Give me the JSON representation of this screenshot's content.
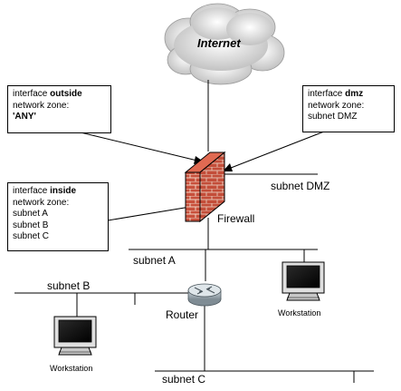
{
  "internet": {
    "label": "Internet"
  },
  "firewall": {
    "label": "Firewall"
  },
  "router": {
    "label": "Router"
  },
  "subnets": {
    "dmz": "subnet DMZ",
    "a": "subnet A",
    "b": "subnet B",
    "c": "subnet C"
  },
  "workstations": {
    "left": "Workstation",
    "right": "Workstation"
  },
  "interfaces": {
    "outside": {
      "prefix": "interface ",
      "name": "outside",
      "zone_label": "network zone:",
      "zones": [
        "'ANY'"
      ]
    },
    "dmz": {
      "prefix": "interface ",
      "name": "dmz",
      "zone_label": "network zone:",
      "zones": [
        "subnet DMZ"
      ]
    },
    "inside": {
      "prefix": "interface ",
      "name": "inside",
      "zone_label": "network zone:",
      "zones": [
        "subnet A",
        "subnet B",
        "subnet C"
      ]
    }
  },
  "colors": {
    "brick": "#c8503c",
    "mortar": "#e8c8b8",
    "router_body": "#a8b4bc",
    "cloud": "#d8d8d8"
  }
}
